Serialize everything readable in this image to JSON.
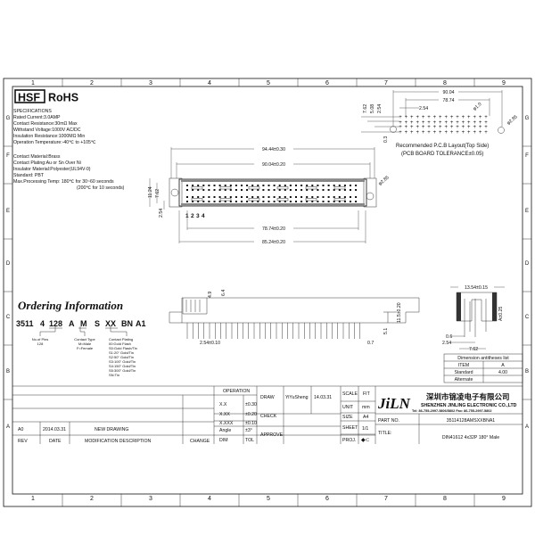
{
  "frame": {
    "columns": [
      "1",
      "2",
      "3",
      "4",
      "5",
      "6",
      "7",
      "8",
      "9"
    ],
    "rows": [
      "G",
      "F",
      "E",
      "D",
      "C",
      "B",
      "A"
    ]
  },
  "header": {
    "hsf_logo": "HSF",
    "rohs": "RoHS"
  },
  "specs": {
    "title": "SPECIFICATIONS",
    "lines": [
      "Rated Current:3.0AMP",
      "Contact Resistance:30mΩ Max",
      "Withstand Voltage:1000V AC/DC",
      "Insulation Resistance:1000MΩ Min",
      "Operation Temperature:-40℃ to +105℃"
    ],
    "material_lines": [
      "Contact Material:Brass",
      "Contact Plating:Au or Sn Over Ni",
      "Insulator Material:Polyester(UL94V-0)",
      "Standard:              PBT",
      "Max.Processing Temp: 180℃ for 30~60 seconds",
      "(200℃ for 10 seconds)"
    ]
  },
  "ordering": {
    "title": "Ordering Information",
    "code": [
      "3511",
      "4",
      "128",
      "A",
      "M",
      "S",
      "XX",
      "BN",
      "A1"
    ],
    "pins_note": [
      "No.of Pins",
      "128"
    ],
    "type_note": [
      "Contact Type",
      "M=Male",
      "F=Female"
    ],
    "plating_note": [
      "Contact Plating",
      "00:Gold Flash",
      "S0:Gold Flash/Tin",
      "S1:20\" Gold/Tin",
      "S2:50\" Gold/Tin",
      "S3:100\" Gold/Tin",
      "S4:150\" Gold/Tin",
      "S5:300\" Gold/Tin",
      "SN:Tin"
    ]
  },
  "front_view": {
    "dims": {
      "overall": "94.44±0.30",
      "mount": "90.04±0.20",
      "pin_span": "78.74±0.20",
      "body": "85.24±0.20",
      "hole": "φ2.85",
      "h1": "11.24",
      "h2": "7.62",
      "h3": "2.54"
    },
    "pin_numbers": [
      "1",
      "2",
      "3",
      "4"
    ]
  },
  "pcb_layout": {
    "dims": {
      "mount": "90.04",
      "pin_span": "78.74",
      "pitch": "2.54",
      "hole": "φ1.0",
      "mount_hole": "φ2.85",
      "v1": "7.62",
      "v2": "5.08",
      "v3": "2.54",
      "offset": "0.3"
    },
    "caption": "Recommended P.C.B Layout(Top Side)",
    "tolerance": "(PCB BOARD TOLERANCE±0.05)"
  },
  "side_view": {
    "dims": {
      "d1": "4.9",
      "d2": "6.4",
      "pitch": "2.54±0.10",
      "pin": "0.7",
      "height": "11.5±0.20",
      "tail": "5.1"
    }
  },
  "end_view": {
    "dims": {
      "width": "13.54±0.15",
      "a": "A±0.25",
      "p1": "0.6",
      "p2": "2.54",
      "p3": "7.62"
    }
  },
  "dimension_table": {
    "title": "Dimension antitheses list",
    "rows": [
      [
        "ITEM",
        "A"
      ],
      [
        "Standard",
        "4.00"
      ],
      [
        "Alternate",
        ""
      ]
    ]
  },
  "revision": {
    "headers": [
      "REV",
      "DATE",
      "MODIFICATION DESCRIPTION",
      "CHANGE"
    ],
    "rows": [
      [
        "A0",
        "2014.03.31",
        "NEW DRAWING",
        ""
      ]
    ]
  },
  "tolerances": {
    "title": "OPERATION",
    "rows": [
      [
        "X.X",
        "±0.30"
      ],
      [
        "X.XX",
        "±0.20"
      ],
      [
        "X.XXX",
        "±0.10"
      ],
      [
        "Angle",
        "±3°"
      ]
    ],
    "footer": [
      "DIM",
      "TOL"
    ]
  },
  "approval": {
    "draw_label": "DRAW",
    "drawer": "YiYuSheng",
    "date": "14.03.31",
    "check_label": "CHECK",
    "approve_label": "APPROVE"
  },
  "sheet_info": {
    "scale_label": "SCALE",
    "scale": "FIT",
    "unit_label": "UNIT",
    "unit": "mm",
    "size_label": "SIZE",
    "size": "A4",
    "sheet_label": "SHEET",
    "sheet": "1/1",
    "proj_label": "PROJ."
  },
  "company": {
    "logo": "JiLN",
    "name_cn": "深圳市锦凌电子有限公司",
    "name_en": "SHENZHEN JINLING ELECTRONIC CO.,LTD",
    "contact": "Tel: 86-755-2997-5806/5802   Fax: 86-755-2997-5802"
  },
  "part": {
    "part_no_label": "PART NO.",
    "part_no": "35114128AMSXXBNA1",
    "title_label": "TITLE:",
    "title": "DIN41612  4x32P  180°  Male"
  }
}
